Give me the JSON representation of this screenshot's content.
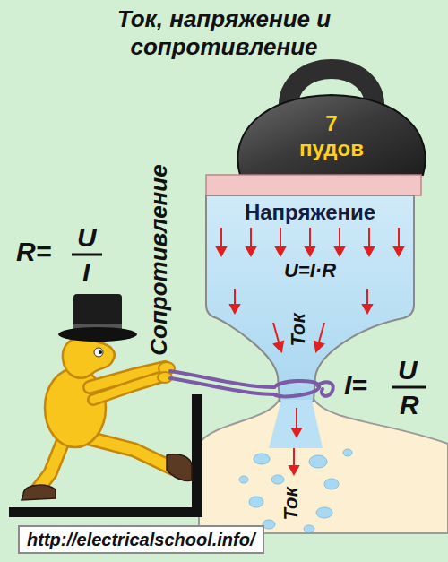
{
  "diagram": {
    "title": "Ток, напряжение и сопротивление",
    "nodes": [
      {
        "text": [
          "7 пудов"
        ]
      },
      {
        "text": [
          "Напряжение",
          "U=I·R",
          "Ток"
        ]
      },
      {
        "text": [
          "Ток"
        ]
      },
      {
        "text": [
          "http://electricalschool.info/"
        ]
      }
    ],
    "labels": [
      "Сопротивление",
      "R=",
      "U",
      "I",
      "I=",
      "U",
      "R"
    ]
  }
}
